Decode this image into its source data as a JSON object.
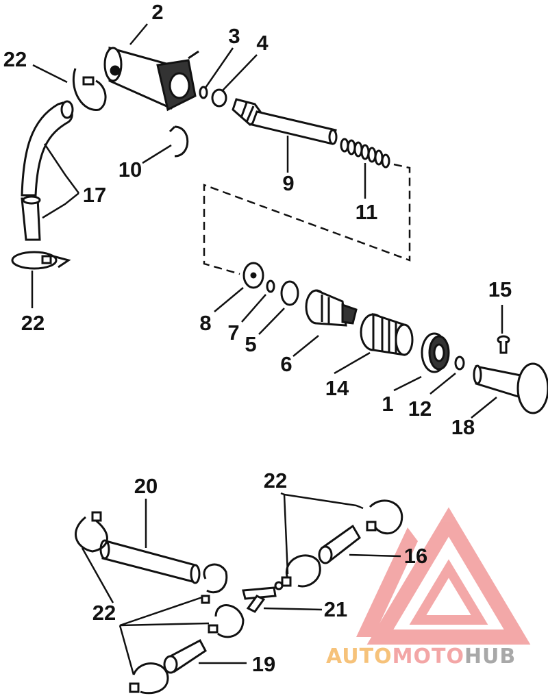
{
  "diagram": {
    "callouts": {
      "c1": "1",
      "c2": "2",
      "c3": "3",
      "c4": "4",
      "c5": "5",
      "c6": "6",
      "c7": "7",
      "c8": "8",
      "c9": "9",
      "c10": "10",
      "c11": "11",
      "c12": "12",
      "c14": "14",
      "c15": "15",
      "c16": "16",
      "c17": "17",
      "c18": "18",
      "c19": "19",
      "c20": "20",
      "c21": "21",
      "c22a": "22",
      "c22b": "22",
      "c22c": "22",
      "c22d": "22"
    }
  },
  "watermark": {
    "part1": "AUTO",
    "part2": "MOTO",
    "part3": "HUB",
    "colors": {
      "auto": "#f6c27a",
      "moto": "#f3a6a6",
      "hub": "#a8a8a8",
      "logo": "#f19a9a"
    }
  }
}
